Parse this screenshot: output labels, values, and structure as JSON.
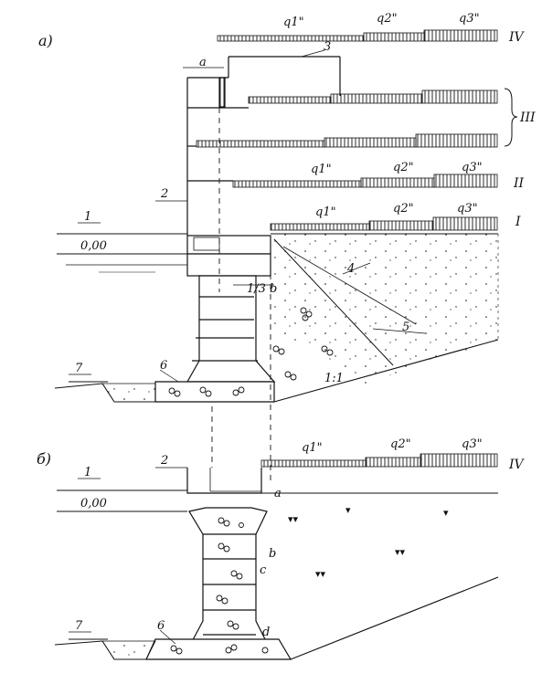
{
  "panels": {
    "a": {
      "label": "а)"
    },
    "b": {
      "label": "б)"
    }
  },
  "levels": {
    "I": "I",
    "II": "II",
    "III": "III",
    "IV": "IV"
  },
  "load_labels": {
    "q1": "q1\"",
    "q2": "q2\"",
    "q3": "q3\""
  },
  "callouts": {
    "n1": "1",
    "n2": "2",
    "n3": "3",
    "n4": "4",
    "n5": "5",
    "n6": "6",
    "n7": "7"
  },
  "datum": "0,00",
  "dimension_a": "a",
  "dimension_third_b": "1/3 b",
  "slope": "1:1",
  "point_labels": {
    "a": "a",
    "b": "b",
    "c": "c",
    "d": "d"
  },
  "colors": {
    "ink": "#111111",
    "paper": "#ffffff"
  }
}
